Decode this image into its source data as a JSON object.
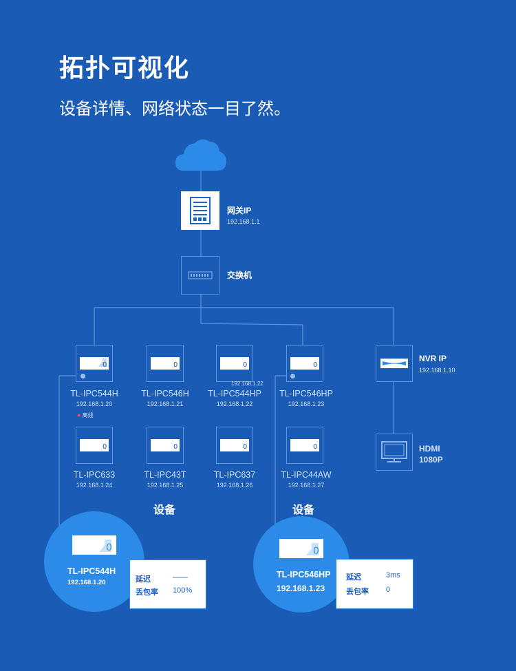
{
  "header": {
    "title": "拓扑可视化",
    "subtitle": "设备详情、网络状态一目了然。"
  },
  "topology": {
    "gateway": {
      "label": "网关IP",
      "ip": "192.168.1.1"
    },
    "switch": {
      "label": "交换机"
    },
    "nvr": {
      "label": "NVR IP",
      "ip": "192.168.1.10"
    },
    "hdmi": {
      "line1": "HDMI",
      "line2": "1080P"
    },
    "devices_row1": [
      {
        "name": "TL-IPC544H",
        "ip": "192.168.1.20"
      },
      {
        "name": "TL-IPC546H",
        "ip": "192.168.1.21"
      },
      {
        "name": "TL-IPC544HP",
        "ip": "192.168.1.22"
      },
      {
        "name": "TL-IPC546HP",
        "ip": "192.168.1.23"
      }
    ],
    "devices_row2": [
      {
        "name": "TL-IPC633",
        "ip": "192.168.1.24"
      },
      {
        "name": "TL-IPC43T",
        "ip": "192.168.1.25"
      },
      {
        "name": "TL-IPC637",
        "ip": "192.168.1.26"
      },
      {
        "name": "TL-IPC44AW",
        "ip": "192.168.1.27"
      }
    ],
    "tooltip_ip": "192.168.1.22",
    "offline_label": "离线",
    "group_label_left": "设备",
    "group_label_right": "设备"
  },
  "detail_left": {
    "name": "TL-IPC544H",
    "ip": "192.168.1.20",
    "latency_label": "延迟",
    "latency_value": "——",
    "loss_label": "丢包率",
    "loss_value": "100%"
  },
  "detail_right": {
    "name": "TL-IPC546HP",
    "ip": "192.168.1.23",
    "latency_label": "延迟",
    "latency_value": "3ms",
    "loss_label": "丢包率",
    "loss_value": "0"
  },
  "colors": {
    "background": "#1a5bb5",
    "line": "#5f95dc",
    "circle": "#2c8be9",
    "offline": "#ff4d4f"
  }
}
